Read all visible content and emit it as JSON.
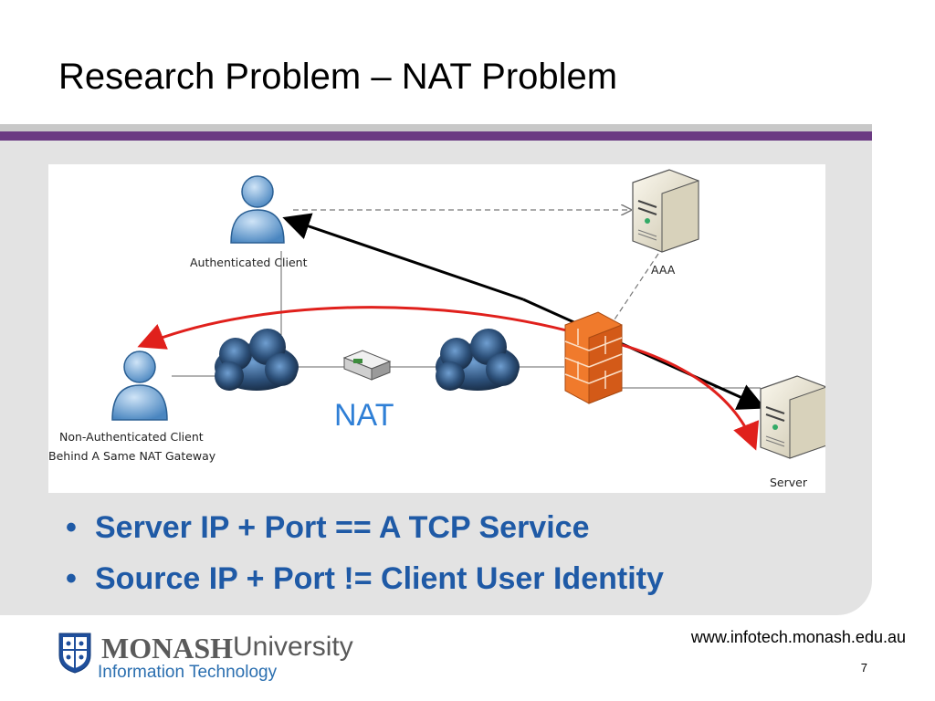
{
  "slide": {
    "title": "Research Problem – NAT Problem",
    "page_number": "7",
    "url": "www.infotech.monash.edu.au"
  },
  "bullets": [
    "Server IP + Port == A TCP Service",
    "Source IP + Port != Client User Identity"
  ],
  "diagram": {
    "labels": {
      "authenticated_client": "Authenticated Client",
      "aaa": "AAA",
      "nat": "NAT",
      "non_auth_line1": "Non-Authenticated Client",
      "non_auth_line2": "Behind A Same NAT Gateway",
      "server": "Server"
    },
    "colors": {
      "accent_purple": "#6b3a82",
      "bullet_blue": "#1f5aa6",
      "red_arrow": "#e0201c",
      "nat_label": "#2f7fd6"
    }
  },
  "logo": {
    "monash": "MONASH",
    "university": "University",
    "faculty": "Information Technology"
  }
}
